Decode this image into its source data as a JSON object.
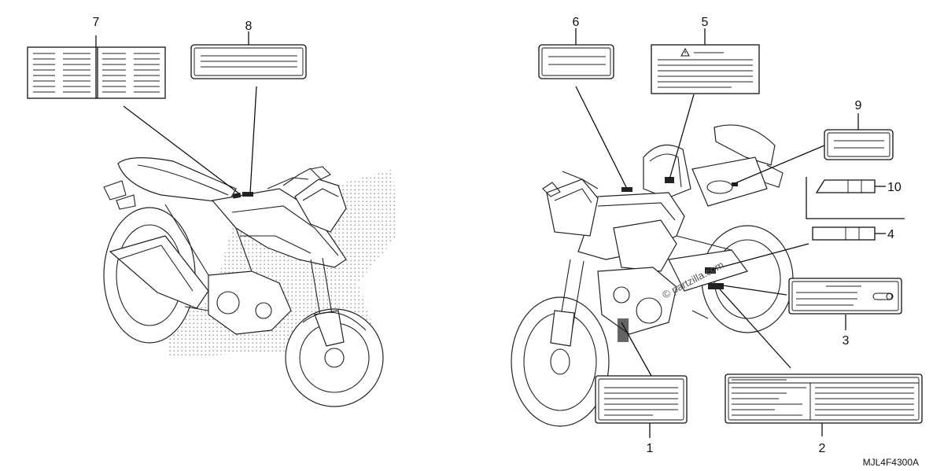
{
  "callouts": [
    {
      "id": "1",
      "label": "1"
    },
    {
      "id": "2",
      "label": "2"
    },
    {
      "id": "3",
      "label": "3"
    },
    {
      "id": "4",
      "label": "4"
    },
    {
      "id": "5",
      "label": "5"
    },
    {
      "id": "6",
      "label": "6"
    },
    {
      "id": "7",
      "label": "7"
    },
    {
      "id": "8",
      "label": "8"
    },
    {
      "id": "9",
      "label": "9"
    },
    {
      "id": "10",
      "label": "10"
    }
  ],
  "diagram_code": "MJL4F4300A",
  "watermark": "© partzilla.com",
  "warning_symbol": "warning-triangle-icon",
  "colors": {
    "line": "#111111",
    "background": "#ffffff",
    "screen_dot": "#555555"
  }
}
